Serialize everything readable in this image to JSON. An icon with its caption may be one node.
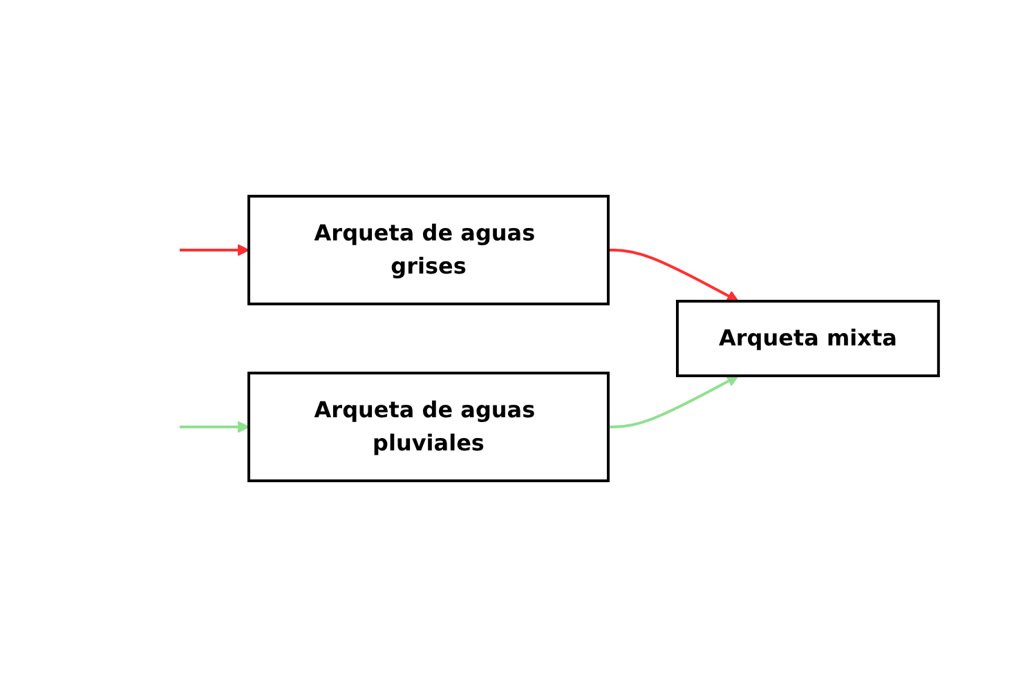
{
  "diagram": {
    "nodes": [
      {
        "text": [
          "Arqueta de aguas grises"
        ]
      },
      {
        "text": [
          "Arqueta de aguas pluviales"
        ]
      },
      {
        "text": [
          "Arqueta mixta"
        ]
      }
    ],
    "edges": [
      {
        "from": null,
        "to": 0,
        "arrow": "to",
        "color": "#ff3030"
      },
      {
        "from": 0,
        "to": 2,
        "arrow": "to",
        "color": "#ff3030"
      },
      {
        "from": null,
        "to": 1,
        "arrow": "to",
        "color": "#90e090"
      },
      {
        "from": 1,
        "to": 2,
        "arrow": "to",
        "color": "#90e090"
      }
    ]
  }
}
